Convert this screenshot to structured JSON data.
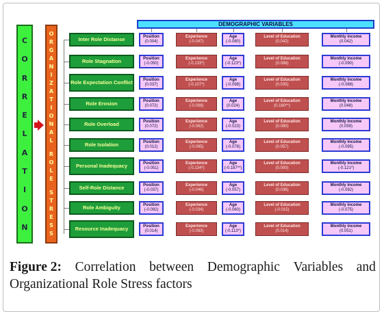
{
  "left_label": [
    "C",
    "O",
    "R",
    "R",
    "E",
    "L",
    "A",
    "T",
    "I",
    "O",
    "N"
  ],
  "mid_label": [
    "O",
    "R",
    "G",
    "A",
    "N",
    "I",
    "Z",
    "A",
    "T",
    "I",
    "O",
    "N",
    "A",
    "L",
    "",
    "R",
    "O",
    "L",
    "E",
    "",
    "S",
    "T",
    "R",
    "E",
    "S",
    "S"
  ],
  "header": "DEMOGRAPHIC VARIABLES",
  "columns": [
    "Position",
    "Experience",
    "Age",
    "Level of Education",
    "Monthly income"
  ],
  "rows": [
    {
      "factor": "Inter Role Distanse",
      "values": [
        "(0.004)",
        "(-0.047)",
        "(-0.080)",
        "(0.042)",
        "(0.042)"
      ]
    },
    {
      "factor": "Role Stagnation",
      "values": [
        "(-0.050)",
        "(-0.133*)",
        "(-0.123*)",
        "(0.088)",
        "(-0.090)"
      ]
    },
    {
      "factor": "Role Expectation Conflict",
      "values": [
        "(0.037)",
        "(-0.107*)",
        "(-0.098)",
        "(0.035)",
        "(-0.088)"
      ]
    },
    {
      "factor": "Role Erosion",
      "values": [
        "(0.072)",
        "(-0.008)",
        "(0.024)",
        "(0.160**)",
        "(0.048)"
      ]
    },
    {
      "factor": "Role Overload",
      "values": [
        "(0.072)",
        "(-0.062)",
        "(-0.023)",
        "(0.080)",
        "(0.059)"
      ]
    },
    {
      "factor": "Role Isolation",
      "values": [
        "(0.012)",
        "(-0.095)",
        "(-0.078)",
        "(0.057)",
        "(-0.095)"
      ]
    },
    {
      "factor": "Personal Inadequacy",
      "values": [
        "(-0.051)",
        "(-0.134*)",
        "(-0.187**)",
        "(0.000)",
        "(-0.121*)"
      ]
    },
    {
      "factor": "Self-Role Distance",
      "values": [
        "(-0.037)",
        "(-0.046)",
        "(-0.057)",
        "(0.036)",
        "(-0.092)"
      ]
    },
    {
      "factor": "Role Ambiguity",
      "values": [
        "(-0.092)",
        "(-0.034)",
        "(-0.060)",
        "(-0.015)",
        "(-0.075)"
      ]
    },
    {
      "factor": "Resource Inadequacy",
      "values": [
        "(0.014)",
        "(-0.083)",
        "(-0.113*)",
        "(0.014)",
        "(0.051)"
      ]
    }
  ],
  "caption": {
    "label": "Figure 2:",
    "line1_words": [
      "Correlation",
      "between",
      "Demographic",
      "Variables",
      "and"
    ],
    "line2": "Organizational Role Stress factors"
  },
  "colors": {
    "correlation_bar": "#3ef03e",
    "ors_bar": "#e8641e",
    "factor_box": "#1e9e3a",
    "header": "#4ce0ff",
    "blue_cell": "#f6c8f8",
    "red_cell": "#c05050",
    "arrow": "#d4141e"
  }
}
